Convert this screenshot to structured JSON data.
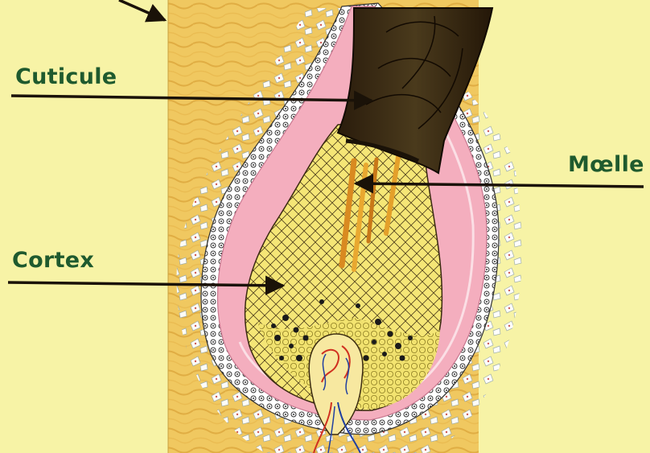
{
  "labels": {
    "cuticule": "Cuticule",
    "moelle": "Mœlle",
    "cortex": "Cortex"
  },
  "colors": {
    "background": "#f7f3a6",
    "label_text": "#1f5a2e",
    "arrow": "#1a1208",
    "panel": "#f0c860",
    "hair_shaft": "#3a2a14",
    "sheath_pink": "#f2a8b8",
    "bulb_yellow": "#f7ec7a",
    "medulla": "#d98a20",
    "pigment": "#1a1a1a",
    "papilla_vessels": "#d03020"
  }
}
